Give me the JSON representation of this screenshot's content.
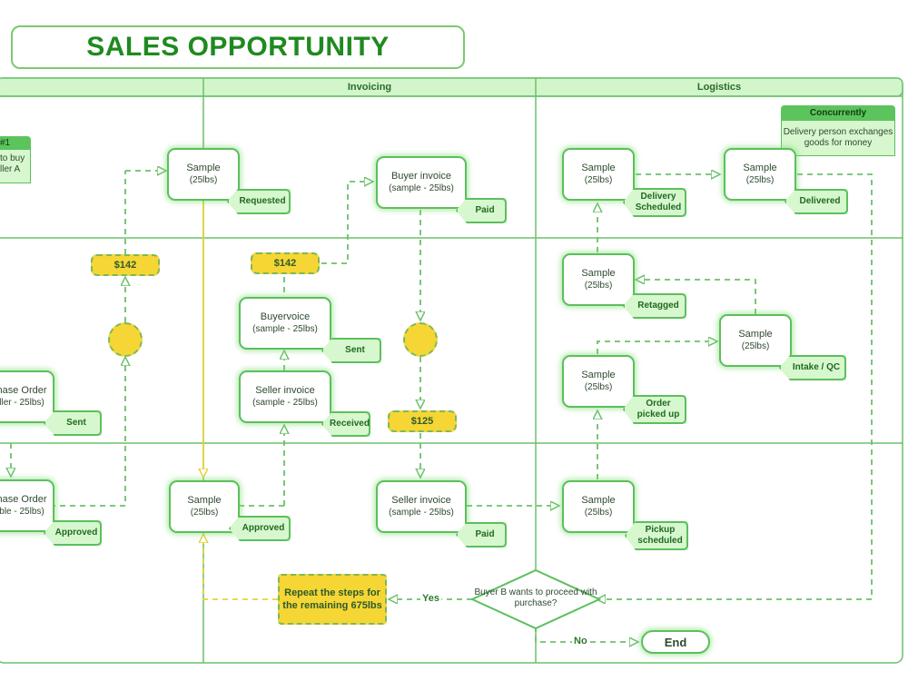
{
  "title": "SALES OPPORTUNITY",
  "lanes": {
    "invoicing": "Invoicing",
    "logistics": "Logistics"
  },
  "notes": {
    "left_head": "#1",
    "left_line1": "to buy",
    "left_line2": "ller A",
    "concurrently_head": "Concurrently",
    "concurrently_body": "Delivery person exchanges goods for money"
  },
  "nodes": {
    "sample_requested": {
      "line1": "Sample",
      "line2": "(25lbs)",
      "tag": "Requested"
    },
    "buyer_invoice_paid": {
      "line1": "Buyer invoice",
      "line2": "(sample - 25lbs)",
      "tag": "Paid"
    },
    "buyervoice_sent": {
      "line1": "Buyervoice",
      "line2": "(sample - 25lbs)",
      "tag": "Sent"
    },
    "seller_invoice_received": {
      "line1": "Seller invoice",
      "line2": "(sample - 25lbs)",
      "tag": "Received"
    },
    "po_sent": {
      "line1": "hase Order",
      "line2": "ller - 25lbs)",
      "tag": "Sent"
    },
    "po_approved": {
      "line1": "hase Order",
      "line2": "ble - 25lbs)",
      "tag": "Approved"
    },
    "sample_approved": {
      "line1": "Sample",
      "line2": "(25lbs)",
      "tag": "Approved"
    },
    "seller_invoice_paid": {
      "line1": "Seller invoice",
      "line2": "(sample - 25lbs)",
      "tag": "Paid"
    },
    "sample_delivery_scheduled": {
      "line1": "Sample",
      "line2": "(25lbs)",
      "tag": "Delivery Scheduled"
    },
    "sample_delivered": {
      "line1": "Sample",
      "line2": "(25lbs)",
      "tag": "Delivered"
    },
    "sample_retagged": {
      "line1": "Sample",
      "line2": "(25lbs)",
      "tag": "Retagged"
    },
    "sample_intake": {
      "line1": "Sample",
      "line2": "(25lbs)",
      "tag": "Intake / QC"
    },
    "sample_order_picked": {
      "line1": "Sample",
      "line2": "(25lbs)",
      "tag": "Order picked up"
    },
    "sample_pickup": {
      "line1": "Sample",
      "line2": "(25lbs)",
      "tag": "Pickup scheduled"
    }
  },
  "prices": {
    "p1": "$142",
    "p2": "$142",
    "p3": "$125"
  },
  "decision": "Buyer B wants to proceed with purchase?",
  "repeat_text": "Repeat the steps for the remaining 675lbs",
  "end_label": "End",
  "edge_labels": {
    "yes": "Yes",
    "no": "No"
  },
  "colors": {
    "accent_green": "#5cbf5c",
    "title_green": "#1f8a1f",
    "tag_fill": "#d7f7cf",
    "highlight_yellow": "#f5d635"
  }
}
